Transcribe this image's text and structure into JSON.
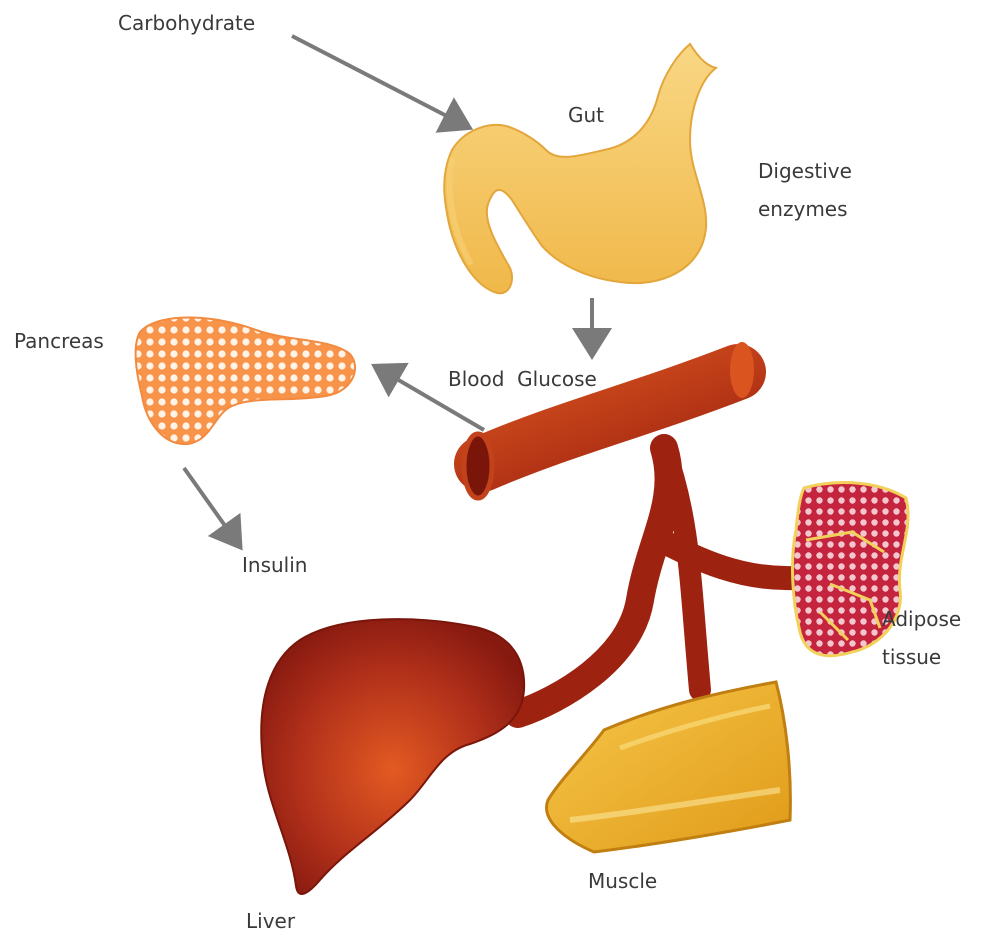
{
  "labels": {
    "carbohydrate": "Carbohydrate",
    "gut": "Gut",
    "digestive_1": "Digestive",
    "digestive_2": "enzymes",
    "pancreas": "Pancreas",
    "blood_glucose": "Blood  Glucose",
    "insulin": "Insulin",
    "adipose_1": "Adipose",
    "adipose_2": "tissue",
    "muscle": "Muscle",
    "liver": "Liver"
  },
  "colors": {
    "arrow": "#7a7a7a",
    "gut": "#f2be4f",
    "gut_light": "#f9dc8a",
    "pancreas": "#f7944a",
    "vessel": "#b83a16",
    "vessel_dark": "#8d1c0c",
    "liver_center": "#e0561f",
    "liver_edge": "#8e1a10",
    "muscle": "#f0b12a",
    "muscle_edge": "#c07f10",
    "adipose": "#c4243d",
    "adipose_border": "#f2d15b",
    "text": "#3a3a3a"
  }
}
